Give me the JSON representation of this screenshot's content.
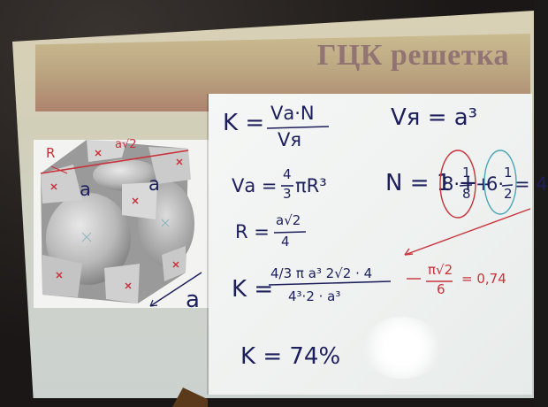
{
  "slide": {
    "title": "ГЦК решетка"
  },
  "cube": {
    "labels": {
      "r": "R",
      "a_sqrt2": "a√2",
      "a_left": "a",
      "a_right": "a",
      "a_bottom": "a"
    }
  },
  "board": {
    "k_formula": "K = Vа·N / Vя",
    "k_formula_parts": {
      "lhs": "K =",
      "num": "Vа·N",
      "den": "Vя"
    },
    "vcell": "Vя = a³",
    "vatom": "Vа = 4/3 πR³",
    "vatom_parts": {
      "lhs": "Vа =",
      "frac_num": "4",
      "frac_den": "3",
      "rest": "πR³"
    },
    "n_count": "N = 1 + 8·1/8 + 6·1/2 = 4",
    "n_parts": {
      "lhs": "N = 1 +",
      "eight": "8·",
      "f1_num": "1",
      "f1_den": "8",
      "plus": "+",
      "six": "6·",
      "f2_num": "1",
      "f2_den": "2",
      "eq": "= 4"
    },
    "radius": "R = a√2 / 4",
    "radius_parts": {
      "lhs": "R =",
      "num": "a√2",
      "den": "4"
    },
    "k_calc": {
      "lhs": "K =",
      "num": "4/3 π a³ 2√2 · 4",
      "den": "4³·2 · a³",
      "result_num": "π√2",
      "result_den": "6",
      "result": "= 0,74"
    },
    "final": "K = 74%"
  }
}
